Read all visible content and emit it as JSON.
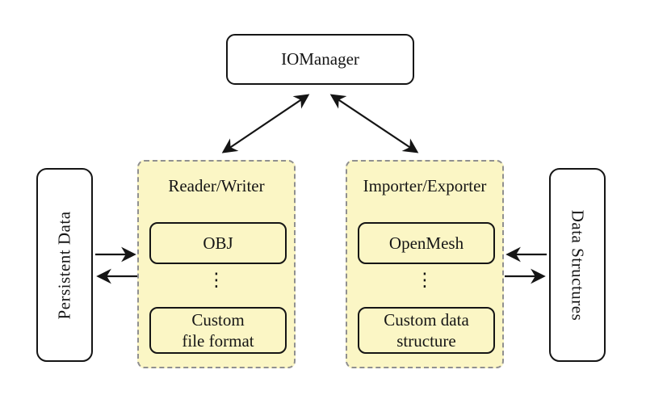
{
  "diagram": {
    "iomanager": {
      "label": "IOManager"
    },
    "left_panel": {
      "label": "Persistent Data"
    },
    "right_panel": {
      "label": "Data Structures"
    },
    "groups": [
      {
        "title": "Reader/Writer",
        "top_item": "OBJ",
        "ellipsis": "⋮",
        "bottom_item_lines": [
          "Custom",
          "file format"
        ]
      },
      {
        "title": "Importer/Exporter",
        "top_item": "OpenMesh",
        "ellipsis": "⋮",
        "bottom_item_lines": [
          "Custom data",
          "structure"
        ]
      }
    ],
    "colors": {
      "background": "#ffffff",
      "group_fill": "#FBF6C5",
      "group_border": "#909090",
      "node_border": "#151515",
      "node_fill": "#ffffff",
      "arrow": "#151515"
    }
  }
}
